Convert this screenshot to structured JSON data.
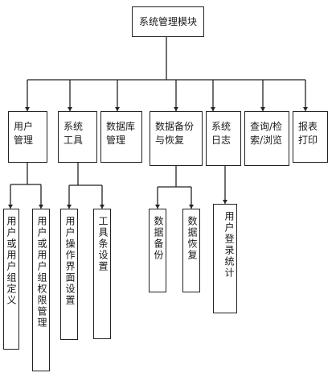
{
  "diagram": {
    "root": "系统管理模块",
    "modules": [
      {
        "id": "user",
        "lines": [
          "用户",
          "管理"
        ]
      },
      {
        "id": "tools",
        "lines": [
          "系统",
          "工具"
        ]
      },
      {
        "id": "db",
        "lines": [
          "数据库",
          "管理"
        ]
      },
      {
        "id": "backup",
        "lines": [
          "数据备份",
          "与恢复"
        ]
      },
      {
        "id": "log",
        "lines": [
          "系统",
          "日志"
        ]
      },
      {
        "id": "query",
        "lines": [
          "查询/检",
          "索/浏览"
        ]
      },
      {
        "id": "report",
        "lines": [
          "报表",
          "打印"
        ]
      }
    ],
    "children": {
      "user": [
        "用户或用户组定义",
        "用户或用户组权限管理"
      ],
      "tools": [
        "用户操作界面设置",
        "工具条设置"
      ],
      "backup": [
        "数据备份",
        "数据恢复"
      ],
      "log": [
        "用户登录统计"
      ]
    }
  }
}
